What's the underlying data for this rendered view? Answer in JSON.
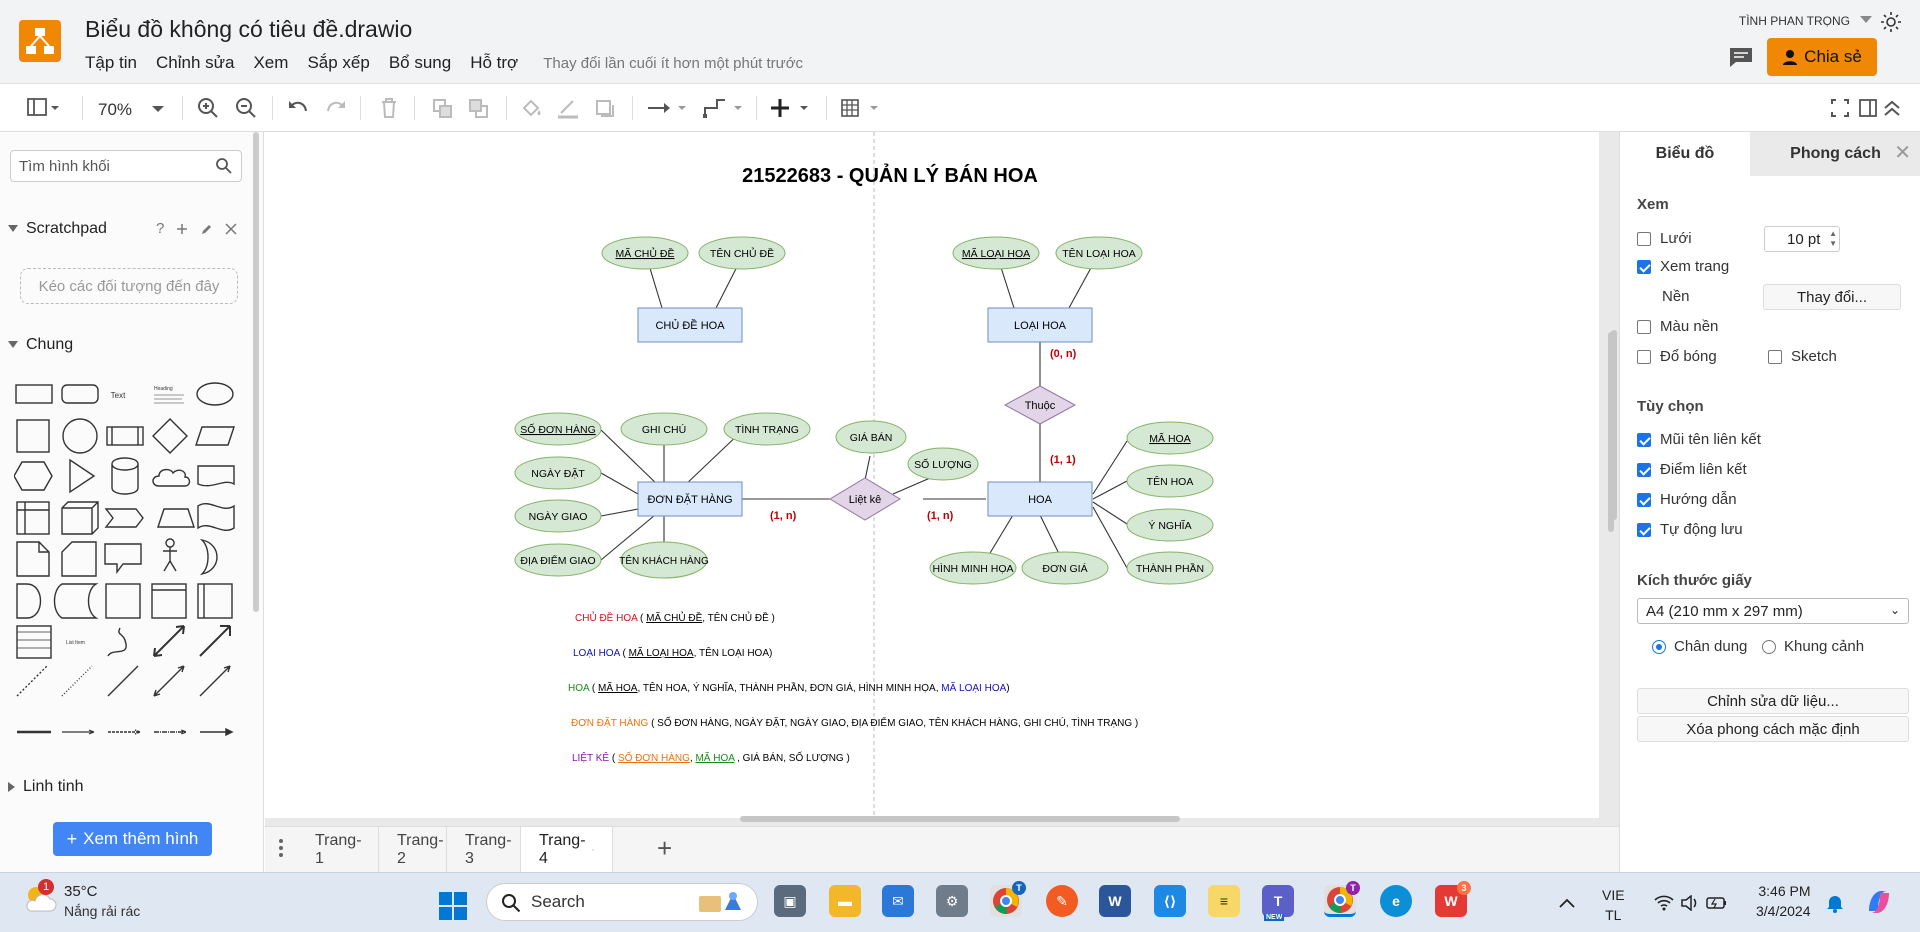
{
  "header": {
    "doc_title": "Biểu đồ không có tiêu đề.drawio",
    "menu": [
      "Tập tin",
      "Chỉnh sửa",
      "Xem",
      "Sắp xếp",
      "Bổ sung",
      "Hỗ trợ"
    ],
    "last_change": "Thay đổi lần cuối ít hơn một phút trước",
    "user_name": "TÌNH PHAN TRỌNG",
    "share_label": "Chia sẻ",
    "brand_color": "#f08705"
  },
  "toolbar": {
    "zoom": "70%"
  },
  "sidebar": {
    "search_placeholder": "Tìm hình khối",
    "scratchpad_title": "Scratchpad",
    "scratchpad_help": "?",
    "drop_hint": "Kéo các đối tượng đến đây",
    "general_title": "Chung",
    "shape_text": "Text",
    "shape_heading": "Heading",
    "shape_list_item": "List Item",
    "misc_title": "Linh tinh",
    "more_shapes": "Xem thêm hình"
  },
  "diagram": {
    "title": "21522683 - QUẢN LÝ BÁN HOA",
    "entities": {
      "chu_de_hoa": "CHỦ ĐỀ HOA",
      "loai_hoa": "LOẠI HOA",
      "don_dat_hang": "ĐƠN ĐẶT HÀNG",
      "hoa": "HOA"
    },
    "relations": {
      "thuoc": "Thuộc",
      "liet_ke": "Liệt kê"
    },
    "attributes": {
      "ma_chu_de": "MÃ CHỦ ĐỀ",
      "ten_chu_de": "TÊN CHỦ ĐỀ",
      "ma_loai_hoa": "MÃ LOẠI HOA",
      "ten_loai_hoa": "TÊN LOẠI HOA",
      "so_don_hang": "SỐ ĐƠN HÀNG",
      "ghi_chu": "GHI CHÚ",
      "tinh_trang": "TÌNH TRẠNG",
      "ngay_dat": "NGÀY ĐẶT",
      "ngay_giao": "NGÀY GIAO",
      "dia_diem_giao": "ĐỊA ĐIỂM GIAO",
      "ten_khach_hang": "TÊN KHÁCH HÀNG",
      "gia_ban": "GIÁ BÁN",
      "so_luong": "SỐ LƯỢNG",
      "ma_hoa": "MÃ HOA",
      "ten_hoa": "TÊN HOA",
      "y_nghia": "Ý NGHĨA",
      "thanh_phan": "THÀNH PHẦN",
      "don_gia": "ĐƠN GIÁ",
      "hinh_minh_hoa": "HÌNH MINH HỌA"
    },
    "cardinalities": {
      "loai_thuoc": "(0, n)",
      "hoa_thuoc": "(1, 1)",
      "don_liet_ke": "(1, n)",
      "hoa_liet_ke": "(1, n)"
    },
    "schema": {
      "chu_de": {
        "name": "CHỦ ĐỀ HOA",
        "open": " ( ",
        "key": "MÃ CHỦ ĐỀ",
        "rest": ", TÊN CHỦ ĐỀ )",
        "color": "#e01010"
      },
      "loai": {
        "name": "LOẠI HOA",
        "open": " ( ",
        "key": "MÃ LOẠI HOA",
        "rest": ", TÊN LOẠI HOA)",
        "color": "#1010c0"
      },
      "hoa": {
        "name": "HOA",
        "open": " ( ",
        "key": "MÃ HOA",
        "rest": ", TÊN HOA, Ý NGHĨA, THÀNH PHẦN, ĐƠN GIÁ, HÌNH MINH HỌA, ",
        "fk": "MÃ LOẠI HOA",
        "close": ")",
        "color": "#1a8a1a",
        "fk_color": "#1010c0"
      },
      "don": {
        "name": "ĐƠN ĐẶT HÀNG",
        "rest": " ( SỐ ĐƠN HÀNG, NGÀY ĐẶT, NGÀY GIAO, ĐỊA ĐIỂM GIAO, TÊN KHÁCH HÀNG, GHI CHÚ, TÌNH TRẠNG )",
        "color": "#f07010"
      },
      "liet_ke": {
        "name": "LIỆT KÊ",
        "open": " ( ",
        "fk1": "SỐ ĐƠN HÀNG",
        "comma": ", ",
        "fk2": "MÃ HOA",
        "rest": " , GIÁ BÁN, SỐ LƯỢNG )",
        "color": "#9010b0",
        "fk1_color": "#f07010",
        "fk2_color": "#1a8a1a"
      }
    }
  },
  "tabs": [
    "Trang-1",
    "Trang-2",
    "Trang-3",
    "Trang-4"
  ],
  "panel": {
    "tab_diagram": "Biểu đồ",
    "tab_style": "Phong cách",
    "view_title": "Xem",
    "grid": "Lưới",
    "grid_size": "10 pt",
    "page_view": "Xem trang",
    "background": "Nền",
    "change_btn": "Thay đổi...",
    "bg_color": "Màu nền",
    "shadow": "Đổ bóng",
    "sketch": "Sketch",
    "options_title": "Tùy chọn",
    "connection_arrows": "Mũi tên liên kết",
    "connection_points": "Điểm liên kết",
    "guides": "Hướng dẫn",
    "autosave": "Tự động lưu",
    "paper_title": "Kích thước giấy",
    "paper_size": "A4 (210 mm x 297 mm)",
    "portrait": "Chân dung",
    "landscape": "Khung cảnh",
    "edit_data": "Chỉnh sửa dữ liệu...",
    "clear_style": "Xóa phong cách mặc định"
  },
  "taskbar": {
    "weather_badge": "1",
    "temperature": "35°C",
    "weather": "Nắng rải rác",
    "search": "Search",
    "lang_top": "VIE",
    "lang_bottom": "TL",
    "time": "3:46 PM",
    "date": "3/4/2024",
    "notif_t": "T",
    "notif_new": "NEW",
    "notif_count": "3"
  }
}
